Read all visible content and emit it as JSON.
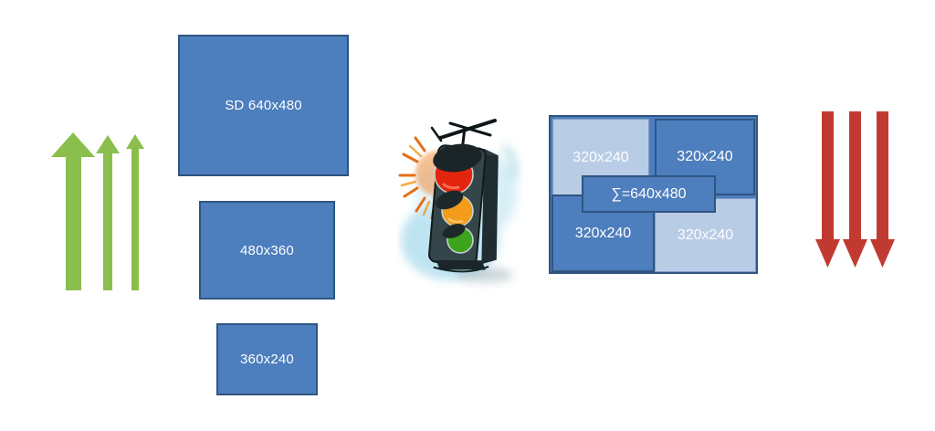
{
  "diagram": {
    "colors": {
      "box_fill": "#4d7ebd",
      "box_border": "#2f5582",
      "tile_light": "#b9cce6",
      "tile_light_border": "#7d9cc4",
      "label_text": "#ffffff",
      "arrow_green": "#8bbf4d",
      "arrow_red": "#c13a32",
      "tl_red": "#e3250e",
      "tl_amber": "#f39c1a",
      "tl_green": "#3ea31c"
    },
    "left_arrows": {
      "direction": "up",
      "count": 3
    },
    "right_arrows": {
      "direction": "down",
      "count": 3
    },
    "resolution_boxes": [
      {
        "label": "SD 640x480"
      },
      {
        "label": "480x360"
      },
      {
        "label": "360x240"
      }
    ],
    "traffic_light": {
      "lights": [
        "red",
        "amber",
        "green"
      ]
    },
    "mosaic": {
      "tiles": [
        {
          "label": "320x240",
          "shade": "light"
        },
        {
          "label": "320x240",
          "shade": "dark"
        },
        {
          "label": "320x240",
          "shade": "dark"
        },
        {
          "label": "320x240",
          "shade": "light"
        }
      ],
      "sum_label": "∑=640x480"
    }
  }
}
